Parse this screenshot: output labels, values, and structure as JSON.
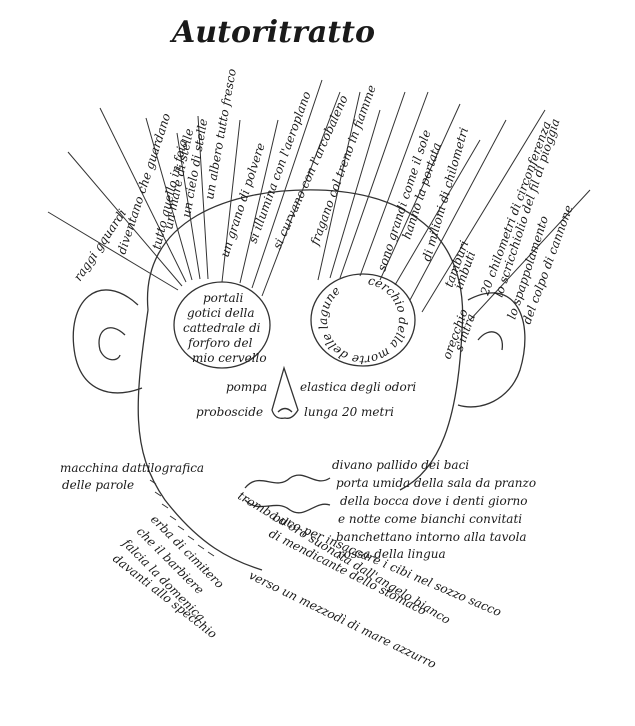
{
  "title": "Autoritratto",
  "rays_left": [
    "raggi gquardi",
    "diventano che guardano",
    "tutto quello in foia",
    "un mare di stelle",
    "un cielo di stelle",
    "un albero tutto fresco",
    "un grano di polvere",
    "si illumina con l'aeroplano",
    "si curvano con l'arcobaleno",
    "fragano col treno in fiamme"
  ],
  "rays_right": [
    "sono grandi come il sole",
    "hanno la portata",
    "di milioni di chilometri",
    "20 chilometri di circonferenza",
    "lo scricchiolio del fil di pioggia",
    "lo spappolamento",
    "del colpo di cannone"
  ],
  "left_eye_text": [
    "portali",
    "gotici della",
    "cattedrale di",
    "forforo del",
    "mio cervello"
  ],
  "right_eye_text": "cerchio della morte delle lagune",
  "nose": {
    "left_top": "pompa",
    "right_top": "elastica degli odori",
    "left_bottom": "proboscide",
    "right_bottom": "lunga 20 metri"
  },
  "ear_right": [
    "tamburi",
    "imbuti",
    "orecchio",
    "s'intra"
  ],
  "typewriter": [
    "macchina dattilografica",
    "delle parole"
  ],
  "mouth_right": [
    "divano pallido dei baci",
    "porta umida della sala da pranzo",
    "della bocca dove i denti giorno",
    "e notte come bianchi convitati",
    "banchettano intorno alla tavola",
    "rossa della lingua"
  ],
  "beard": [
    "erba di cimitero",
    "che il barbiere",
    "falcia la domenica",
    "davanti allo specchio"
  ],
  "chin_lines": [
    "buco per insaccare i cibi nel sozzo sacco",
    "di mendicante dello stomaco",
    "tromba d'oro suonata dall'angelo bianco",
    "verso un mezzodì di mare azzurro"
  ]
}
